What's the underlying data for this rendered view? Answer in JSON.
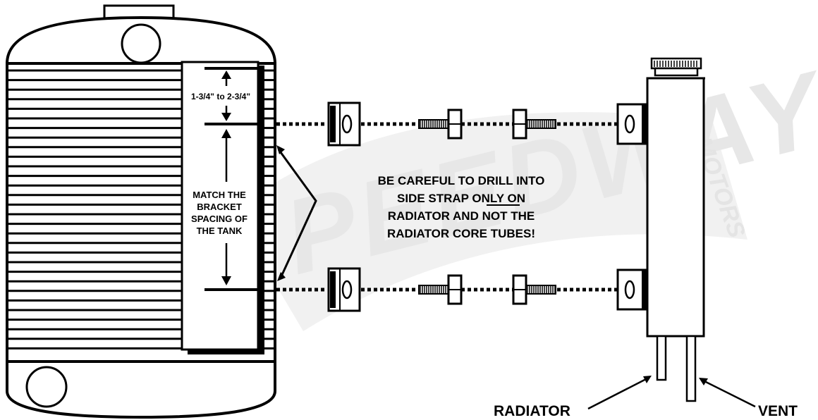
{
  "watermark": {
    "text": "PEEDWAY",
    "subtext": "MOTORS",
    "color": "#d9d9d9"
  },
  "labels": {
    "spacing_dimension": "1-3/4\" to 2-3/4\"",
    "match_bracket": [
      "MATCH THE",
      "BRACKET",
      "SPACING OF",
      "THE TANK"
    ],
    "warning": [
      "BE CAREFUL TO DRILL INTO",
      "SIDE STRAP ONLY ON",
      "RADIATOR AND NOT THE",
      "RADIATOR CORE TUBES!"
    ],
    "warning_underlined_word": "ONLY",
    "radiator_port": "RADIATOR",
    "vent_port": "VENT"
  },
  "colors": {
    "line": "#000000",
    "background": "#ffffff"
  }
}
